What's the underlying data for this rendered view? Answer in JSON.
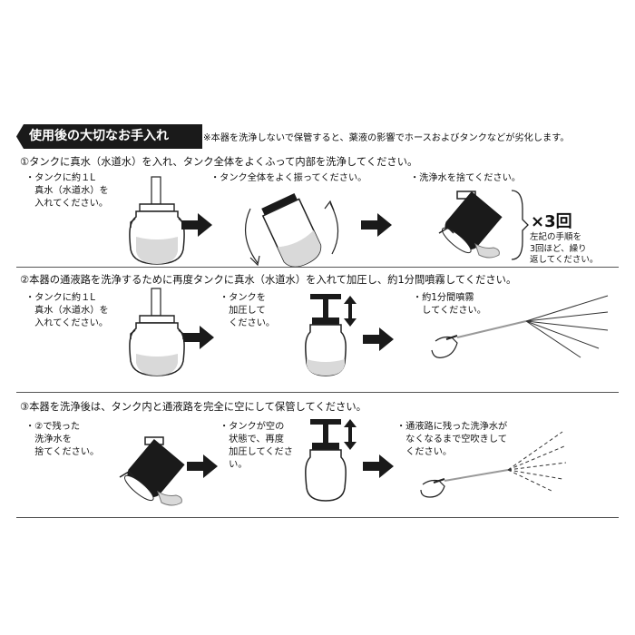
{
  "header": {
    "title": "使用後の大切なお手入れ",
    "note": "※本器を洗浄しないで保管すると、薬液の影響でホースおよびタンクなどが劣化します。"
  },
  "steps": [
    {
      "title": "①タンクに真水（水道水）を入れ、タンク全体をよくふって内部を洗浄してください。",
      "captions": [
        "・タンクに約１L\n　真水（水道水）を\n　入れてください。",
        "・タンク全体をよく振ってください。",
        "・洗浄水を捨てください。"
      ],
      "repeat": "×3回",
      "repeat_note": "左記の手順を\n3回ほど、繰り\n返してください。"
    },
    {
      "title": "②本器の通液路を洗浄するために再度タンクに真水（水道水）を入れて加圧し、約1分間噴霧してください。",
      "captions": [
        "・タンクに約１L\n　真水（水道水）を\n　入れてください。",
        "・タンクを\n　加圧して\n　ください。",
        "・約1分間噴霧\n　してください。"
      ]
    },
    {
      "title": "③本器を洗浄後は、タンク内と通液路を完全に空にして保管してください。",
      "captions": [
        "・②で残った\n　洗浄水を\n　捨てください。",
        "・タンクが空の\n　状態で、再度\n　加圧してくださ\n　い。",
        "・通液路に残った洗浄水が\n　なくなるまで空吹きして\n　ください。"
      ]
    }
  ],
  "colors": {
    "ink": "#1a1a1a",
    "water": "#bdbdbd"
  }
}
